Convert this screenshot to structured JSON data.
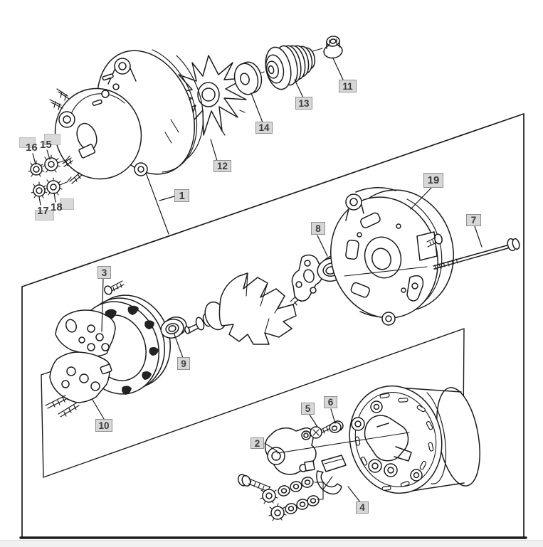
{
  "figure": {
    "kind": "exploded-parts-diagram",
    "description": "Exploded view line drawing of an alternator assembly with numbered callouts",
    "colors": {
      "line": "#1b1b1b",
      "label_bg": "#d7d7d7",
      "label_border": "#8f8f8f",
      "label_text": "#3b3b3b",
      "footer_bar": "#f1f1f1"
    },
    "callouts": {
      "c1": "1",
      "c2": "2",
      "c3": "3",
      "c4": "4",
      "c5": "5",
      "c6": "6",
      "c7": "7",
      "c8": "8",
      "c9": "9",
      "c10": "10",
      "c11": "11",
      "c12": "12",
      "c13": "13",
      "c14": "14",
      "c15": "15",
      "c16": "16",
      "c17": "17",
      "c18": "18",
      "c19": "19"
    }
  }
}
